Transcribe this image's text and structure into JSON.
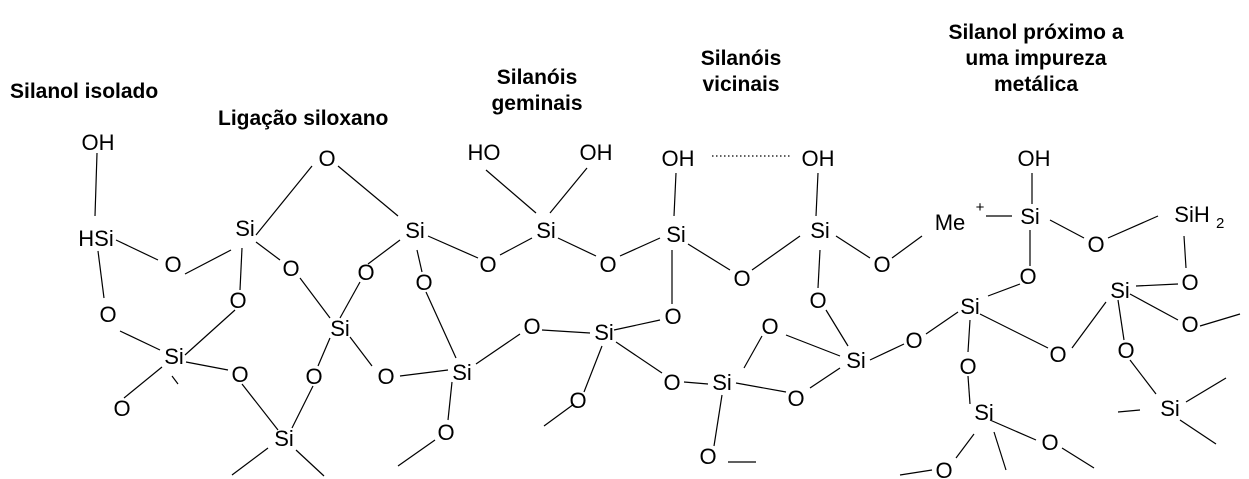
{
  "labels": {
    "silanol_isolado": "Silanol isolado",
    "ligacao_siloxano": "Ligação siloxano",
    "silanois_geminais_1": "Silanóis",
    "silanois_geminais_2": "geminais",
    "silanois_vicinais_1": "Silanóis",
    "silanois_vicinais_2": "vicinais",
    "silanol_impureza_1": "Silanol próximo a",
    "silanol_impureza_2": "uma impureza",
    "silanol_impureza_3": "metálica"
  },
  "atoms": {
    "si": "Si",
    "o": "O",
    "oh": "OH",
    "ho": "HO",
    "hsi": "HSi",
    "me": "Me",
    "plus": "+",
    "sih": "SiH",
    "two": "2"
  },
  "colors": {
    "ink": "#000000",
    "background": "#ffffff"
  }
}
